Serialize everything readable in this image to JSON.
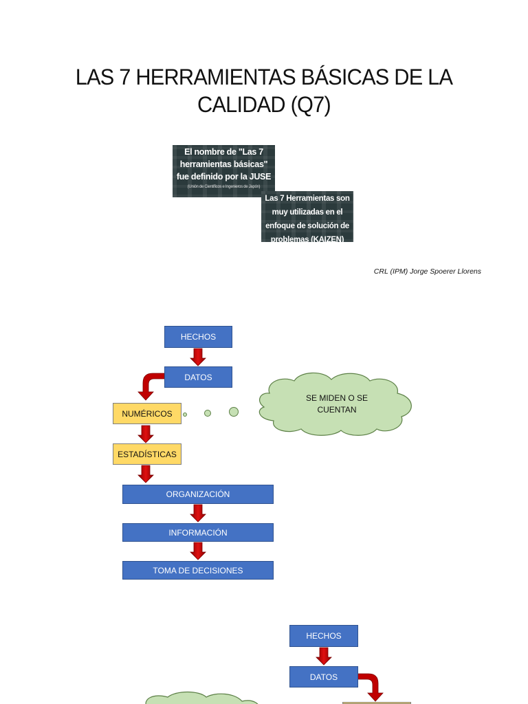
{
  "title": {
    "line1": "LAS 7 HERRAMIENTAS BÁSICAS DE LA",
    "line2": "CALIDAD (Q7)"
  },
  "panel1": {
    "line1": "El nombre de \"Las 7",
    "line2": "herramientas básicas\"",
    "line3": "fue definido por la JUSE",
    "note": "(Unión de Científicos e Ingenieros de Japón)"
  },
  "panel2": {
    "line1": "Las 7 Herramientas son",
    "line2": "muy utilizadas en el",
    "line3": "enfoque de solución de",
    "line4": "problemas (KAIZEN)"
  },
  "credit": "CRL (IPM) Jorge Spoerer Llorens",
  "diagram1": {
    "hechos": "HECHOS",
    "datos": "DATOS",
    "numericos": "NUMÉRICOS",
    "estadisticas": "ESTADÍSTICAS",
    "organizacion": "ORGANIZACIÓN",
    "informacion": "INFORMACIÓN",
    "toma": "TOMA DE DECISIONES",
    "cloud_line1": "SE MIDEN O SE",
    "cloud_line2": "CUENTAN"
  },
  "diagram2": {
    "hechos": "HECHOS",
    "datos": "DATOS"
  },
  "colors": {
    "box_blue": "#4472c4",
    "box_yellow": "#ffd966",
    "arrow_red": "#c00000",
    "cloud_green": "#c6e0b4"
  }
}
